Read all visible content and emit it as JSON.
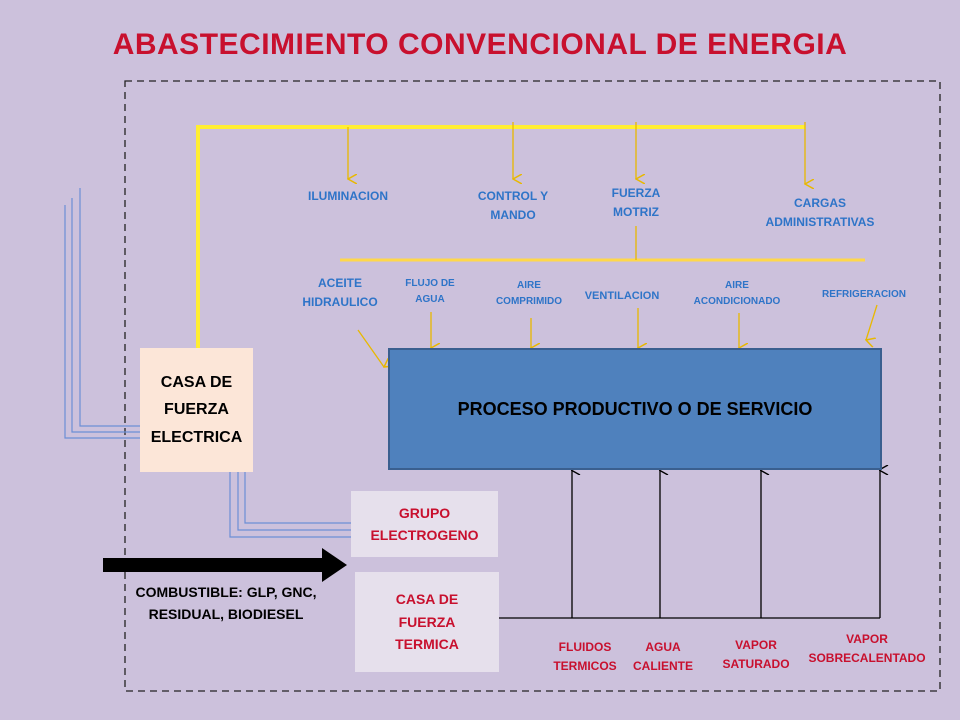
{
  "title": "ABASTECIMIENTO CONVENCIONAL DE ENERGIA",
  "electric_loads": {
    "iluminacion": "ILUMINACION",
    "control_line1": "CONTROL Y",
    "control_line2": "MANDO",
    "fuerza_line1": "FUERZA",
    "fuerza_line2": "MOTRIZ",
    "cargas_line1": "CARGAS",
    "cargas_line2": "ADMINISTRATIVAS"
  },
  "motor_services": {
    "aceite_line1": "ACEITE",
    "aceite_line2": "HIDRAULICO",
    "flujo_line1": "FLUJO DE",
    "flujo_line2": "AGUA",
    "aire_line1": "AIRE",
    "aire_line2": "COMPRIMIDO",
    "ventilacion": "VENTILACION",
    "aire_acond_line1": "AIRE",
    "aire_acond_line2": "ACONDICIONADO",
    "refrigeracion": "REFRIGERACION"
  },
  "boxes": {
    "casa_electrica_line1": "CASA DE",
    "casa_electrica_line2": "FUERZA",
    "casa_electrica_line3": "ELECTRICA",
    "proceso": "PROCESO PRODUCTIVO O DE SERVICIO",
    "grupo_line1": "GRUPO",
    "grupo_line2": "ELECTROGENO",
    "casa_termica_line1": "CASA DE",
    "casa_termica_line2": "FUERZA",
    "casa_termica_line3": "TERMICA"
  },
  "combustible_line1": "COMBUSTIBLE: GLP, GNC,",
  "combustible_line2": "RESIDUAL, BIODIESEL",
  "thermal_outputs": {
    "fluidos_line1": "FLUIDOS",
    "fluidos_line2": "TERMICOS",
    "agua_line1": "AGUA",
    "agua_line2": "CALIENTE",
    "vapor_sat_line1": "VAPOR",
    "vapor_sat_line2": "SATURADO",
    "vapor_sob_line1": "VAPOR",
    "vapor_sob_line2": "SOBRECALENTADO"
  },
  "colors": {
    "background": "#ccc1dc",
    "title_red": "#c8102e",
    "label_blue": "#2e74c8",
    "electric_yellow": "#ffee33",
    "arrow_gold": "#e8b800",
    "process_blue": "#4f81bd",
    "feed_line_blue": "#6b8fd6"
  }
}
